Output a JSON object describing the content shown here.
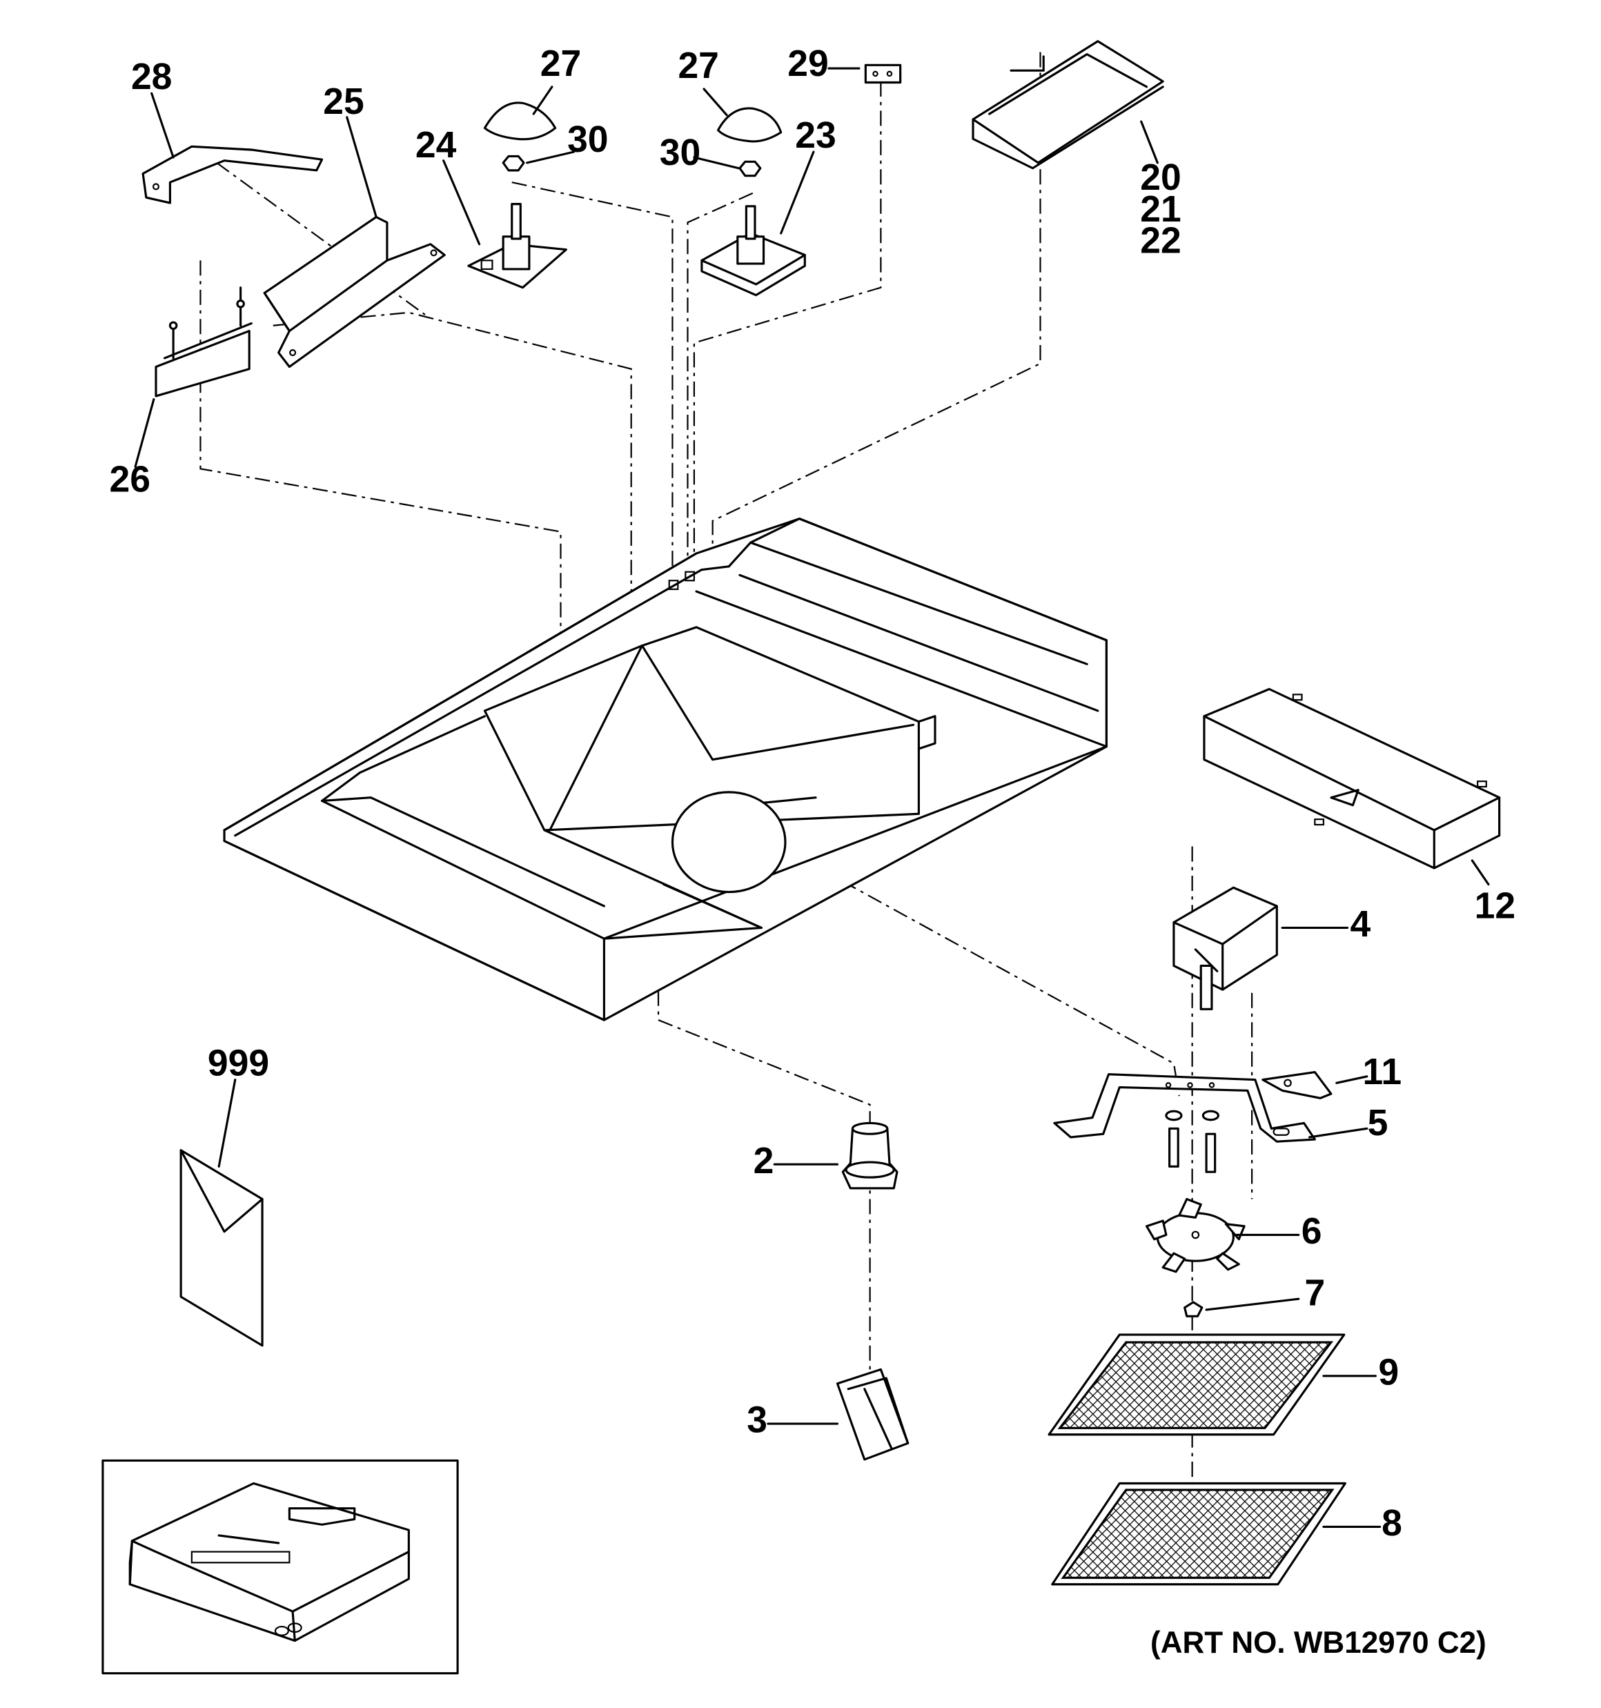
{
  "art_number": "(ART NO. WB12970 C2)",
  "callouts": {
    "c2": "2",
    "c3": "3",
    "c4": "4",
    "c5": "5",
    "c6": "6",
    "c7": "7",
    "c8": "8",
    "c9": "9",
    "c11": "11",
    "c12": "12",
    "c20": "20",
    "c21": "21",
    "c22": "22",
    "c23": "23",
    "c24": "24",
    "c25": "25",
    "c26": "26",
    "c27a": "27",
    "c27b": "27",
    "c28": "28",
    "c29": "29",
    "c30a": "30",
    "c30b": "30",
    "c999": "999"
  }
}
